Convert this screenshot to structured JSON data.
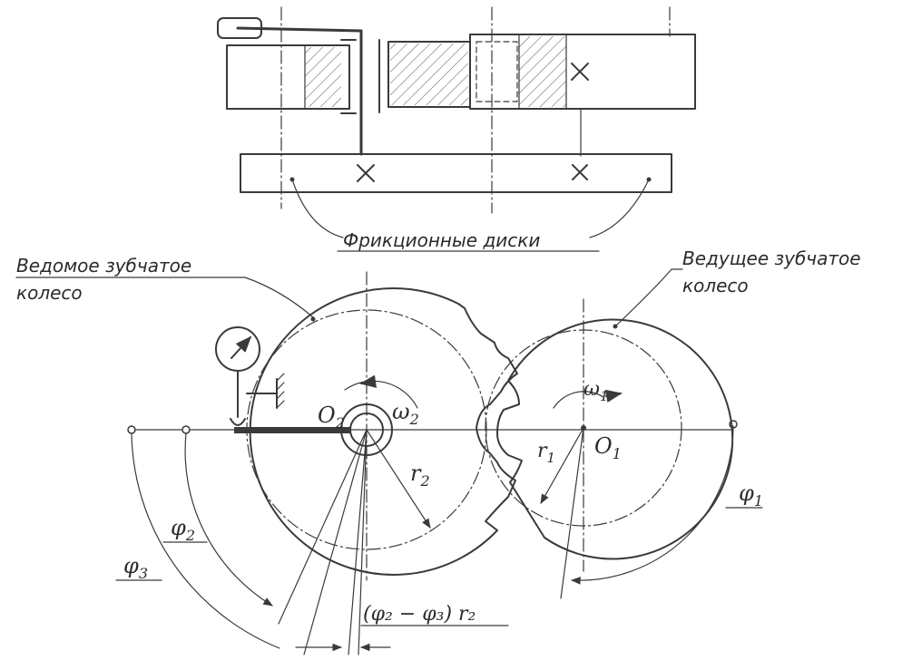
{
  "labels": {
    "friction_discs": "Фрикционные диски",
    "driven_gear_line1": "Ведомое зубчатое",
    "driven_gear_line2": "колесо",
    "driving_gear_line1": "Ведущее зубчатое",
    "driving_gear_line2": "колесо"
  },
  "symbols": {
    "o2": "O",
    "o2_sub": "2",
    "omega2": "ω",
    "omega2_sub": "2",
    "omega1": "ω",
    "omega1_sub": "1",
    "o1": "O",
    "o1_sub": "1",
    "r1": "r",
    "r1_sub": "1",
    "r2": "r",
    "r2_sub": "2",
    "phi1": "φ",
    "phi1_sub": "1",
    "phi2": "φ",
    "phi2_sub": "2",
    "phi3": "φ",
    "phi3_sub": "3",
    "diff_expr": "(φ₂ − φ₃) r₂"
  }
}
